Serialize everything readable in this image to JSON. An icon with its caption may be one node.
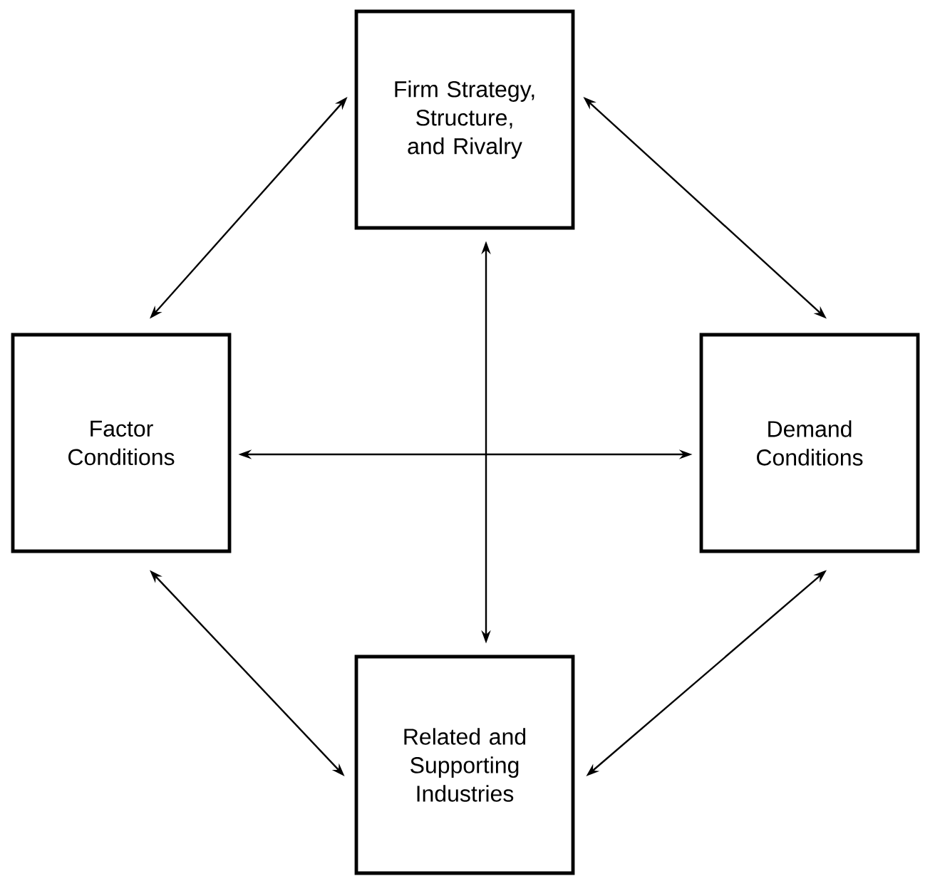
{
  "diagram": {
    "nodes": [
      {
        "text": [
          "Firm Strategy, Structure, and Rivalry"
        ]
      },
      {
        "text": [
          "Factor Conditions"
        ]
      },
      {
        "text": [
          "Demand Conditions"
        ]
      },
      {
        "text": [
          "Related and Supporting Industries"
        ]
      }
    ],
    "edges": [
      {
        "from": 0,
        "to": 1,
        "arrow": "both"
      },
      {
        "from": 0,
        "to": 2,
        "arrow": "both"
      },
      {
        "from": 1,
        "to": 2,
        "arrow": "both"
      },
      {
        "from": 0,
        "to": 3,
        "arrow": "both"
      },
      {
        "from": 1,
        "to": 3,
        "arrow": "both"
      },
      {
        "from": 2,
        "to": 3,
        "arrow": "both"
      }
    ]
  }
}
